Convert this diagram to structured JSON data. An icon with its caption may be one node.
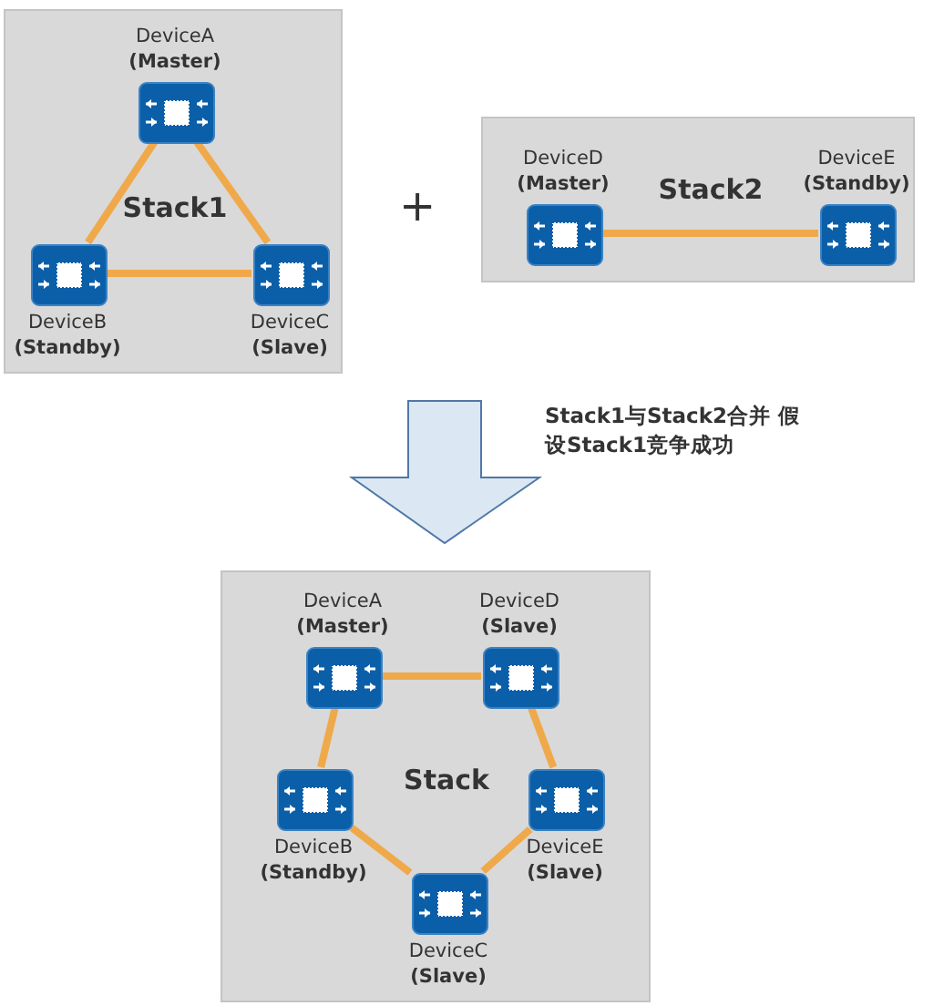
{
  "diagram": {
    "nodes": [
      {
        "text": [
          "Stack1"
        ]
      },
      {
        "text": [],
        "shape": "box",
        "in": 0,
        "beside": [
          "DeviceA",
          "(Master)"
        ]
      },
      {
        "text": [],
        "shape": "box",
        "in": 0,
        "beside": [
          "DeviceB",
          "(Standby)"
        ]
      },
      {
        "text": [],
        "shape": "box",
        "in": 0,
        "beside": [
          "DeviceC",
          "(Slave)"
        ]
      },
      {
        "text": [
          "Stack2"
        ]
      },
      {
        "text": [],
        "shape": "box",
        "in": 4,
        "beside": [
          "DeviceD",
          "(Master)"
        ]
      },
      {
        "text": [],
        "shape": "box",
        "in": 4,
        "beside": [
          "DeviceE",
          "(Standby)"
        ]
      },
      {
        "text": [
          "Stack"
        ]
      },
      {
        "text": [],
        "shape": "box",
        "in": 7,
        "beside": [
          "DeviceA",
          "(Master)"
        ]
      },
      {
        "text": [],
        "shape": "box",
        "in": 7,
        "beside": [
          "DeviceD",
          "(Slave)"
        ]
      },
      {
        "text": [],
        "shape": "box",
        "in": 7,
        "beside": [
          "DeviceB",
          "(Standby)"
        ]
      },
      {
        "text": [],
        "shape": "box",
        "in": 7,
        "beside": [
          "DeviceE",
          "(Slave)"
        ]
      },
      {
        "text": [],
        "shape": "box",
        "in": 7,
        "beside": [
          "DeviceC",
          "(Slave)"
        ]
      }
    ],
    "edges": [
      {
        "from": 1,
        "to": 2,
        "arrow": "none"
      },
      {
        "from": 1,
        "to": 3,
        "arrow": "none"
      },
      {
        "from": 2,
        "to": 3,
        "arrow": "none"
      },
      {
        "from": 5,
        "to": 6,
        "arrow": "none"
      },
      {
        "from": null,
        "to": 7,
        "arrow": "to",
        "style": "thick",
        "color": "#dce7f4"
      },
      {
        "from": 8,
        "to": 9,
        "arrow": "none"
      },
      {
        "from": 9,
        "to": 11,
        "arrow": "none"
      },
      {
        "from": 11,
        "to": 12,
        "arrow": "none"
      },
      {
        "from": 12,
        "to": 10,
        "arrow": "none"
      },
      {
        "from": 10,
        "to": 8,
        "arrow": "none"
      }
    ],
    "labels": [
      "+",
      "Stack1与Stack2合并 假设Stack1竞争成功"
    ]
  }
}
